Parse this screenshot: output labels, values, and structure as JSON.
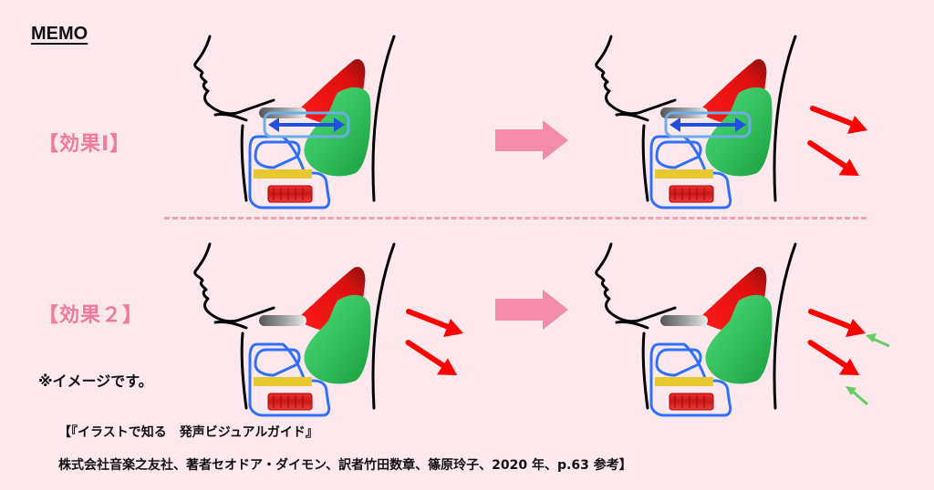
{
  "memo_title": "MEMO",
  "effect1_label": "【効果Ⅰ】",
  "effect2_label": "【効果２】",
  "note": "※イメージです。",
  "citation_line1": "【『イラストで知る　発声ビジュアルガイド』",
  "citation_line2": "株式会社音楽之友社、著者セオドア・ダイモン、訳者竹田数章、篠原玲子、2020 年、p.63 参考】",
  "colors": {
    "background": "#fde8ee",
    "label_pink": "#f07a9a",
    "arrow_pink": "#f48aac",
    "red_arrow": "#ff0000",
    "green_arrow": "#66cc66",
    "divider": "#f4a0b8"
  },
  "panels": [
    {
      "id": "top-left",
      "double_arrow": true,
      "red_arrows": 0,
      "green_arrows": false
    },
    {
      "id": "top-right",
      "double_arrow": true,
      "red_arrows": 2,
      "green_arrows": false
    },
    {
      "id": "bottom-left",
      "double_arrow": false,
      "red_arrows": 2,
      "green_arrows": false
    },
    {
      "id": "bottom-right",
      "double_arrow": false,
      "red_arrows": 2,
      "green_arrows": true
    }
  ]
}
